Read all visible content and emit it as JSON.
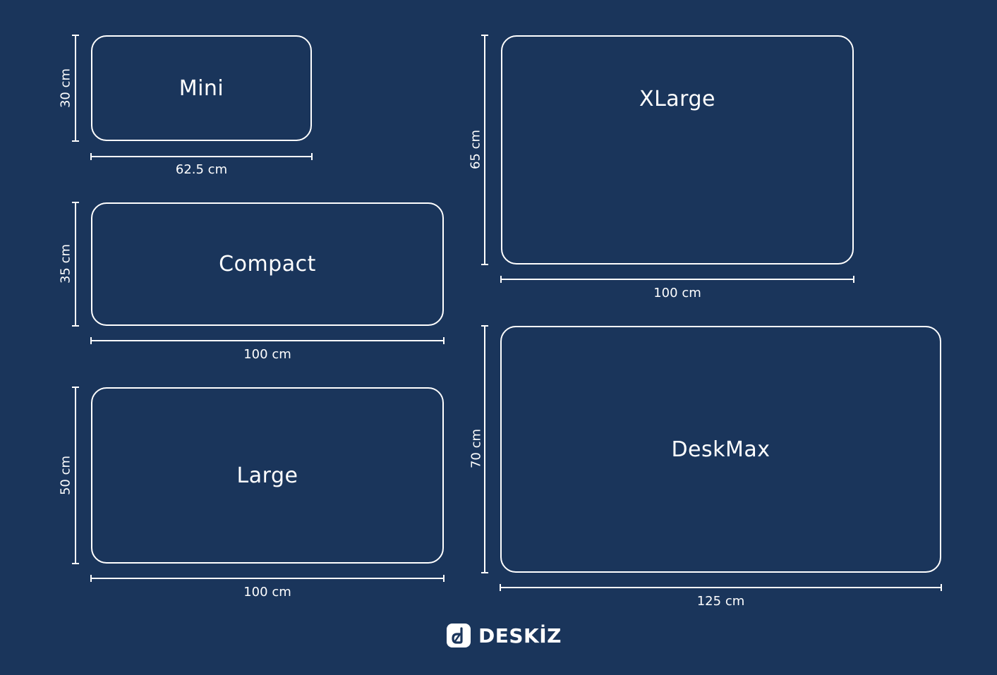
{
  "pads": {
    "mini": {
      "name": "Mini",
      "width_label": "62.5 cm",
      "height_label": "30 cm"
    },
    "compact": {
      "name": "Compact",
      "width_label": "100 cm",
      "height_label": "35 cm"
    },
    "large": {
      "name": "Large",
      "width_label": "100 cm",
      "height_label": "50 cm"
    },
    "xlarge": {
      "name": "XLarge",
      "width_label": "100 cm",
      "height_label": "65 cm"
    },
    "deskmax": {
      "name": "DeskMax",
      "width_label": "125 cm",
      "height_label": "70 cm"
    }
  },
  "brand": {
    "name": "DESKİZ",
    "icon": "deskiz-logo-icon"
  },
  "colors": {
    "background": "#1a355b",
    "foreground": "#ffffff"
  }
}
